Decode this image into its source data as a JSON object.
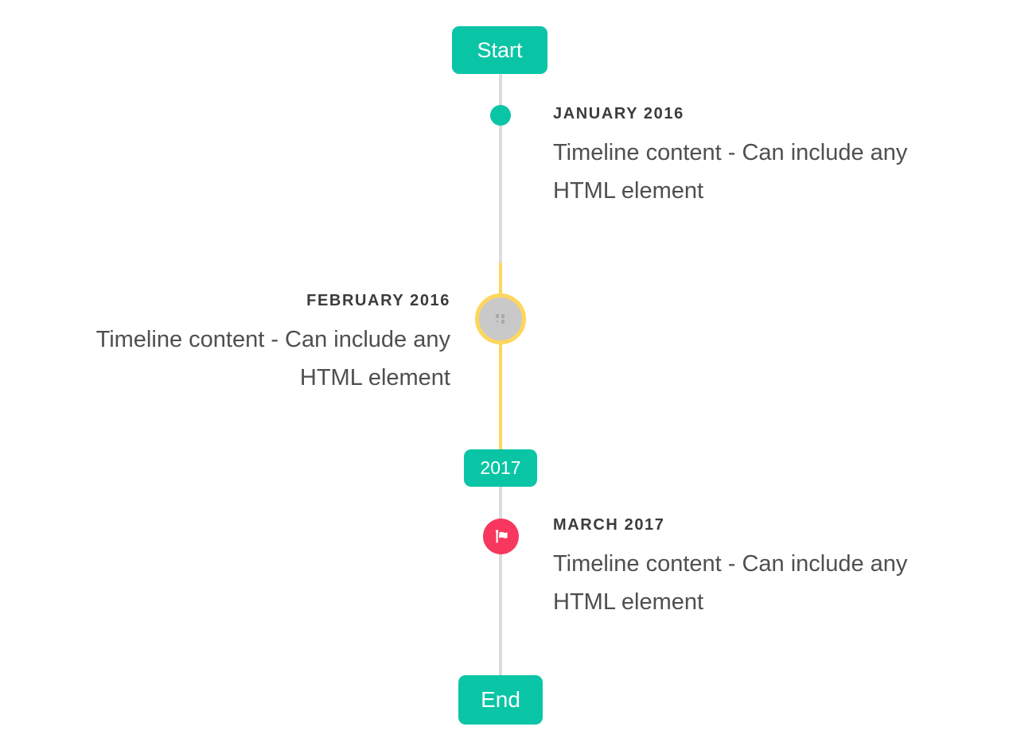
{
  "timeline": {
    "start_badge": "Start",
    "year_badge": "2017",
    "end_badge": "End",
    "entries": [
      {
        "period": "JANUARY 2016",
        "content": "Timeline content - Can include any HTML element",
        "side": "right",
        "marker": "teal-dot"
      },
      {
        "period": "FEBRUARY 2016",
        "content": "Timeline content - Can include any HTML element",
        "side": "left",
        "marker": "image-circle-yellow-ring"
      },
      {
        "period": "MARCH 2017",
        "content": "Timeline content - Can include any HTML element",
        "side": "right",
        "marker": "red-flag-circle"
      }
    ],
    "colors": {
      "accent": "#0AC5A5",
      "highlight": "#FDD65C",
      "flag": "#F7375E"
    }
  }
}
